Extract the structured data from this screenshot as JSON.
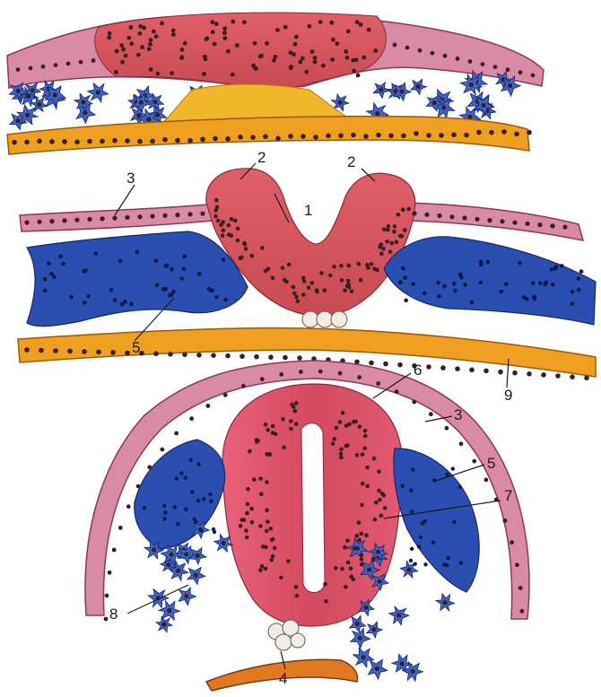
{
  "figure": {
    "kind": "histology illustration: stages of neural tube formation",
    "colors": {
      "ectoderm": "#d98aa6",
      "neural_plate": "#d9505a",
      "mesoderm": "#2b4fb0",
      "mesenchyme": "#3e63c4",
      "endoderm": "#f0a020",
      "nuclei": "#3a1e22",
      "notochord": "#f2ece6"
    },
    "labels": {
      "l1": "1",
      "l2a": "2",
      "l2b": "2",
      "l3a": "3",
      "l3b": "3",
      "l4": "4",
      "l5a": "5",
      "l5b": "5",
      "l6": "6",
      "l7": "7",
      "l8": "8",
      "l9": "9"
    }
  }
}
